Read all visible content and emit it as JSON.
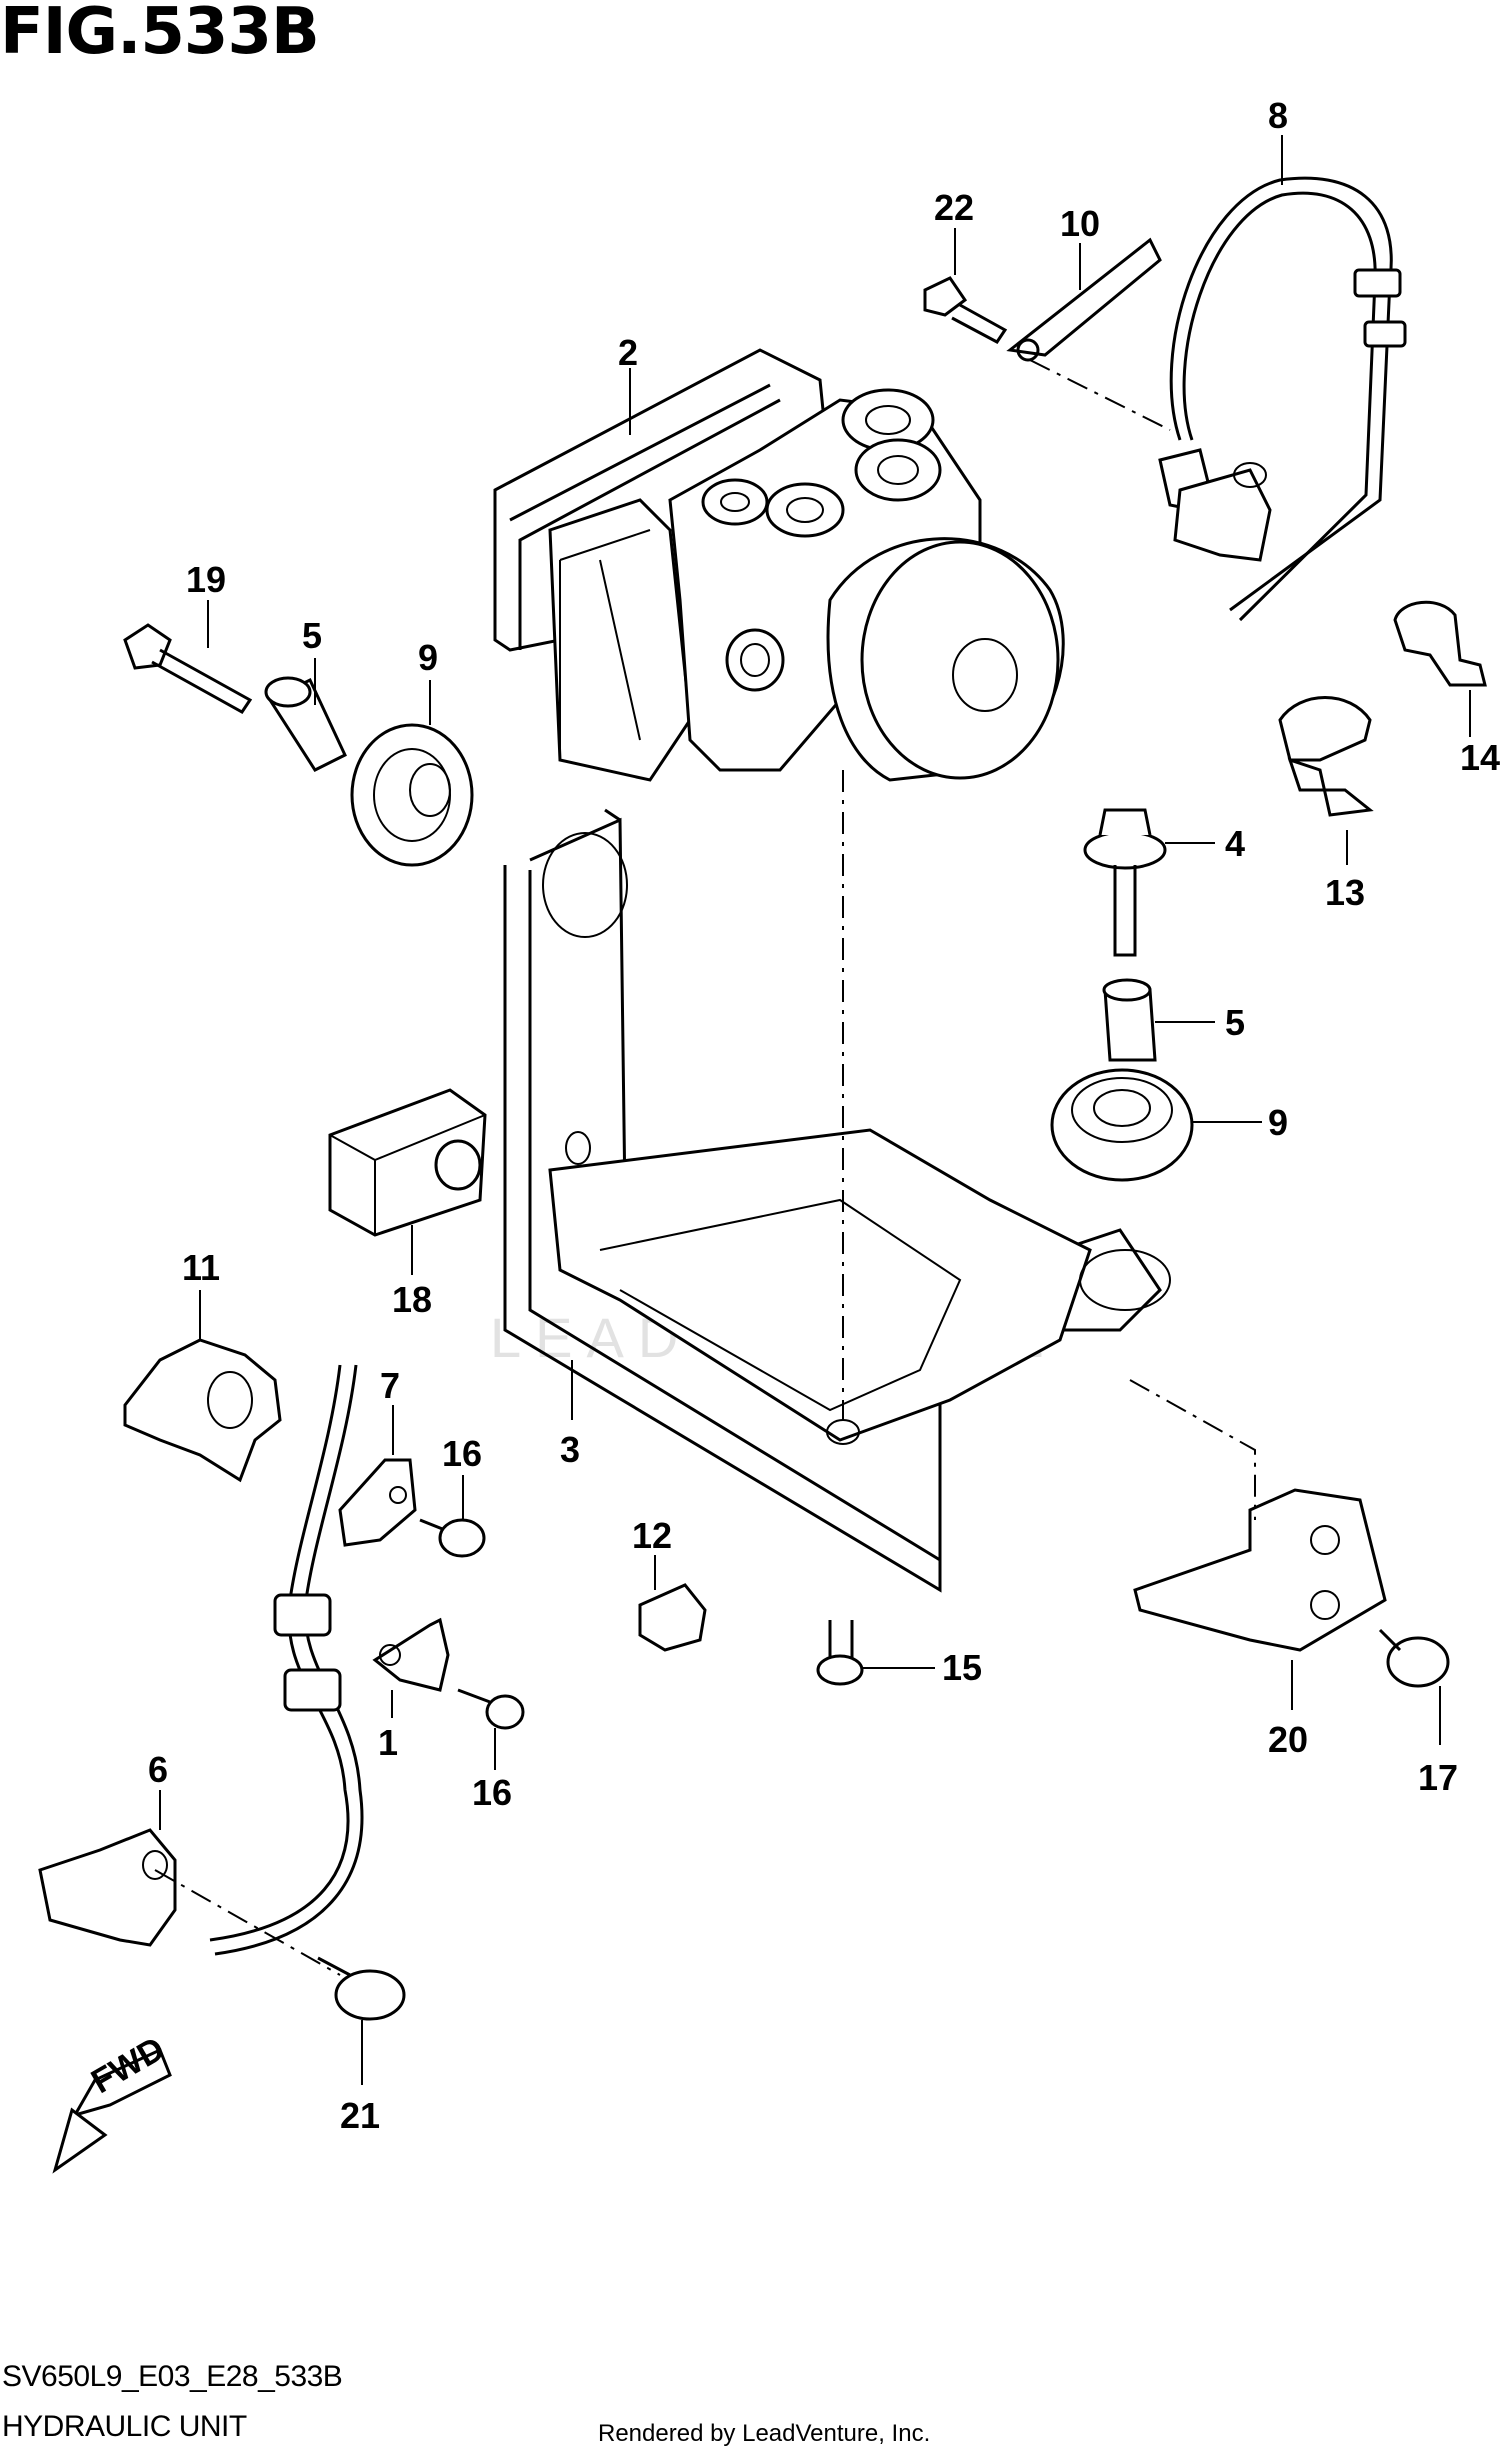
{
  "figure": {
    "title": "FIG.533B",
    "model_code": "SV650L9_E03_E28_533B",
    "section_name": "HYDRAULIC UNIT",
    "rendered_by": "Rendered by LeadVenture, Inc.",
    "watermark": "LEADVENTURE",
    "fwd_label": "FWD"
  },
  "callouts": [
    {
      "id": "c1",
      "num": "1"
    },
    {
      "id": "c2",
      "num": "2"
    },
    {
      "id": "c3",
      "num": "3"
    },
    {
      "id": "c4",
      "num": "4"
    },
    {
      "id": "c5a",
      "num": "5"
    },
    {
      "id": "c5b",
      "num": "5"
    },
    {
      "id": "c6",
      "num": "6"
    },
    {
      "id": "c7",
      "num": "7"
    },
    {
      "id": "c8",
      "num": "8"
    },
    {
      "id": "c9a",
      "num": "9"
    },
    {
      "id": "c9b",
      "num": "9"
    },
    {
      "id": "c10",
      "num": "10"
    },
    {
      "id": "c11",
      "num": "11"
    },
    {
      "id": "c12",
      "num": "12"
    },
    {
      "id": "c13",
      "num": "13"
    },
    {
      "id": "c14",
      "num": "14"
    },
    {
      "id": "c15",
      "num": "15"
    },
    {
      "id": "c16a",
      "num": "16"
    },
    {
      "id": "c16b",
      "num": "16"
    },
    {
      "id": "c17",
      "num": "17"
    },
    {
      "id": "c18",
      "num": "18"
    },
    {
      "id": "c19",
      "num": "19"
    },
    {
      "id": "c20",
      "num": "20"
    },
    {
      "id": "c21",
      "num": "21"
    },
    {
      "id": "c22",
      "num": "22"
    }
  ]
}
